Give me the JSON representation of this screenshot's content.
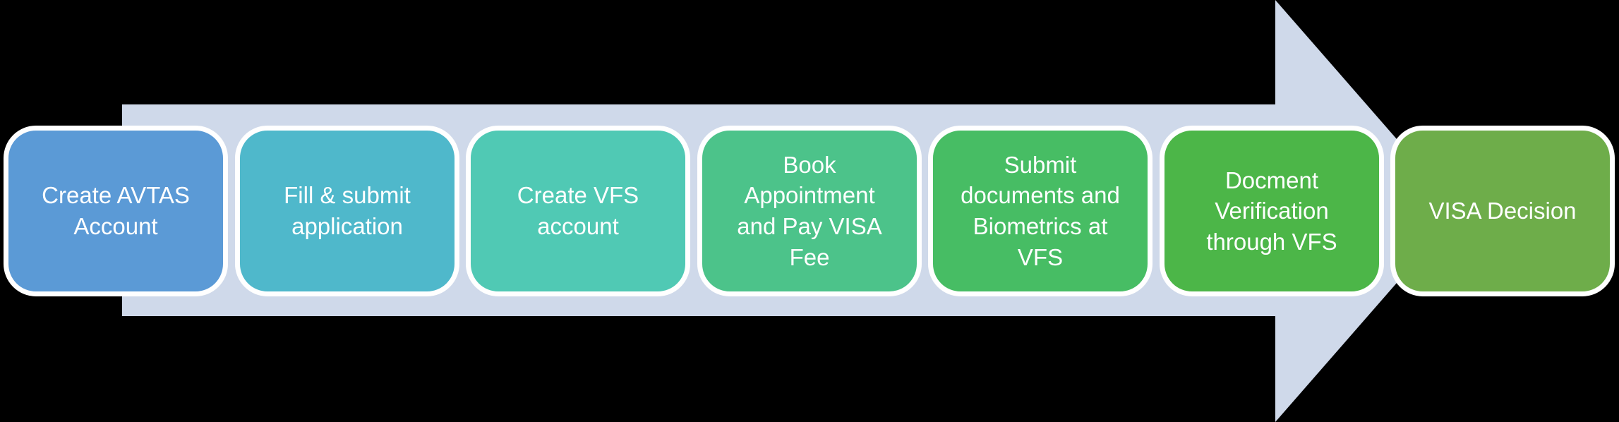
{
  "diagram": {
    "type": "process-flow-arrow",
    "background_color": "#000000",
    "arrow_color": "#cfd9ea",
    "box_border_color": "#ffffff",
    "text_color": "#ffffff",
    "steps": [
      {
        "label": "Create AVTAS\nAccount",
        "color": "#5b9ad6"
      },
      {
        "label": "Fill & submit\napplication",
        "color": "#4fb8cb"
      },
      {
        "label": "Create VFS\naccount",
        "color": "#50c9b4"
      },
      {
        "label": "Book\nAppointment\nand Pay VISA\nFee",
        "color": "#4cc38a"
      },
      {
        "label": "Submit\ndocuments and\nBiometrics at\nVFS",
        "color": "#47bd64"
      },
      {
        "label": "Docment\nVerification\nthrough VFS",
        "color": "#4cb648"
      },
      {
        "label": "VISA Decision",
        "color": "#6ead4a"
      }
    ]
  }
}
